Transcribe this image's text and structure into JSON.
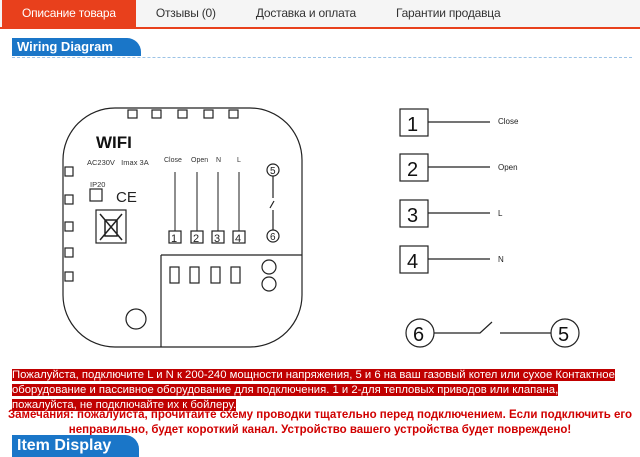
{
  "tabs": [
    {
      "label": "Описание товара",
      "active": true
    },
    {
      "label": "Отзывы (0)"
    },
    {
      "label": "Доставка и оплата"
    },
    {
      "label": "Гарантии продавца"
    }
  ],
  "sections": {
    "wiring": "Wiring Diagram",
    "display": "Item Display"
  },
  "device": {
    "brand": "WIFI",
    "rating": "AC230V   Imax 3A",
    "ip": "IP20",
    "ce": "CE",
    "terminals": [
      "Close",
      "Open",
      "N",
      "L"
    ],
    "numbers": [
      "1",
      "2",
      "3",
      "4"
    ],
    "switch_top": "5",
    "switch_bottom": "6"
  },
  "legend": [
    {
      "num": "1",
      "label": "Close"
    },
    {
      "num": "2",
      "label": "Open"
    },
    {
      "num": "3",
      "label": "L"
    },
    {
      "num": "4",
      "label": "N"
    }
  ],
  "switch": {
    "left": "6",
    "right": "5"
  },
  "warning": "Пожалуйста, подключите L и N к 200-240 мощности напряжения, 5 и 6 на ваш газовый котел или сухое Контактное оборудование и пассивное оборудование для подключения. 1 и 2-для тепловых приводов или клапана, пожалуйста, не подключайте их к бойлеру.",
  "note": "Замечания: пожалуйста, прочитайте схему проводки тщательно перед подключением. Если подключить его неправильно, будет короткий канал. Устройство вашего устройства будет повреждено!"
}
